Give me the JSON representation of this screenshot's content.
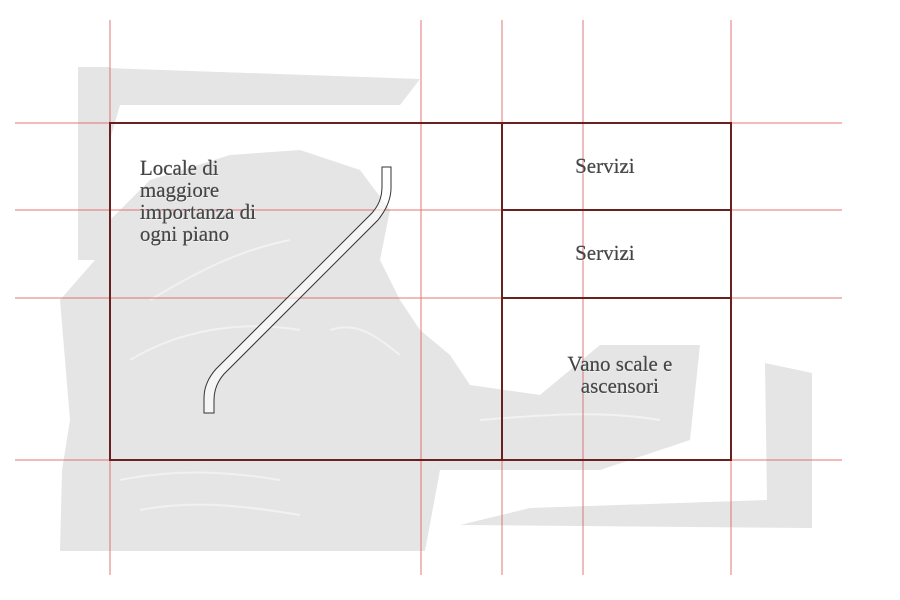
{
  "diagram": {
    "type": "floor-plan-scheme",
    "colors": {
      "grid_line": "#e06060",
      "wall": "#6b2020",
      "ramp_stroke": "#333333",
      "background_shape": "#e5e5e5",
      "text": "#444444"
    },
    "grid": {
      "vertical_x": [
        110,
        421,
        502,
        583,
        731
      ],
      "vertical_y_range": [
        20,
        575
      ],
      "horizontal_y": [
        123,
        210,
        298,
        460
      ],
      "horizontal_x_range": [
        15,
        842
      ]
    },
    "rooms": [
      {
        "id": "main-room",
        "label_lines": [
          "Locale di",
          "maggiore",
          "importanza di",
          "ogni piano"
        ],
        "label": "Locale di maggiore importanza di ogni piano"
      },
      {
        "id": "services-1",
        "label": "Servizi"
      },
      {
        "id": "services-2",
        "label": "Servizi"
      },
      {
        "id": "stairs-elevators",
        "label_lines": [
          "Vano scale e",
          "ascensori"
        ],
        "label": "Vano scale e ascensori"
      }
    ]
  }
}
